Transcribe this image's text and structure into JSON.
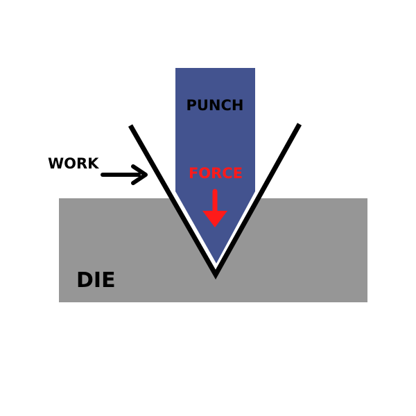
{
  "labels": {
    "punch": "PUNCH",
    "work": "WORK",
    "force": "FORCE",
    "die": "DIE"
  },
  "colors": {
    "background": "#ffffff",
    "die": "#969696",
    "punch": "#43538f",
    "work": "#000000",
    "punch_outline": "#ffffff",
    "force": "#ff1a1a",
    "text": "#000000"
  }
}
